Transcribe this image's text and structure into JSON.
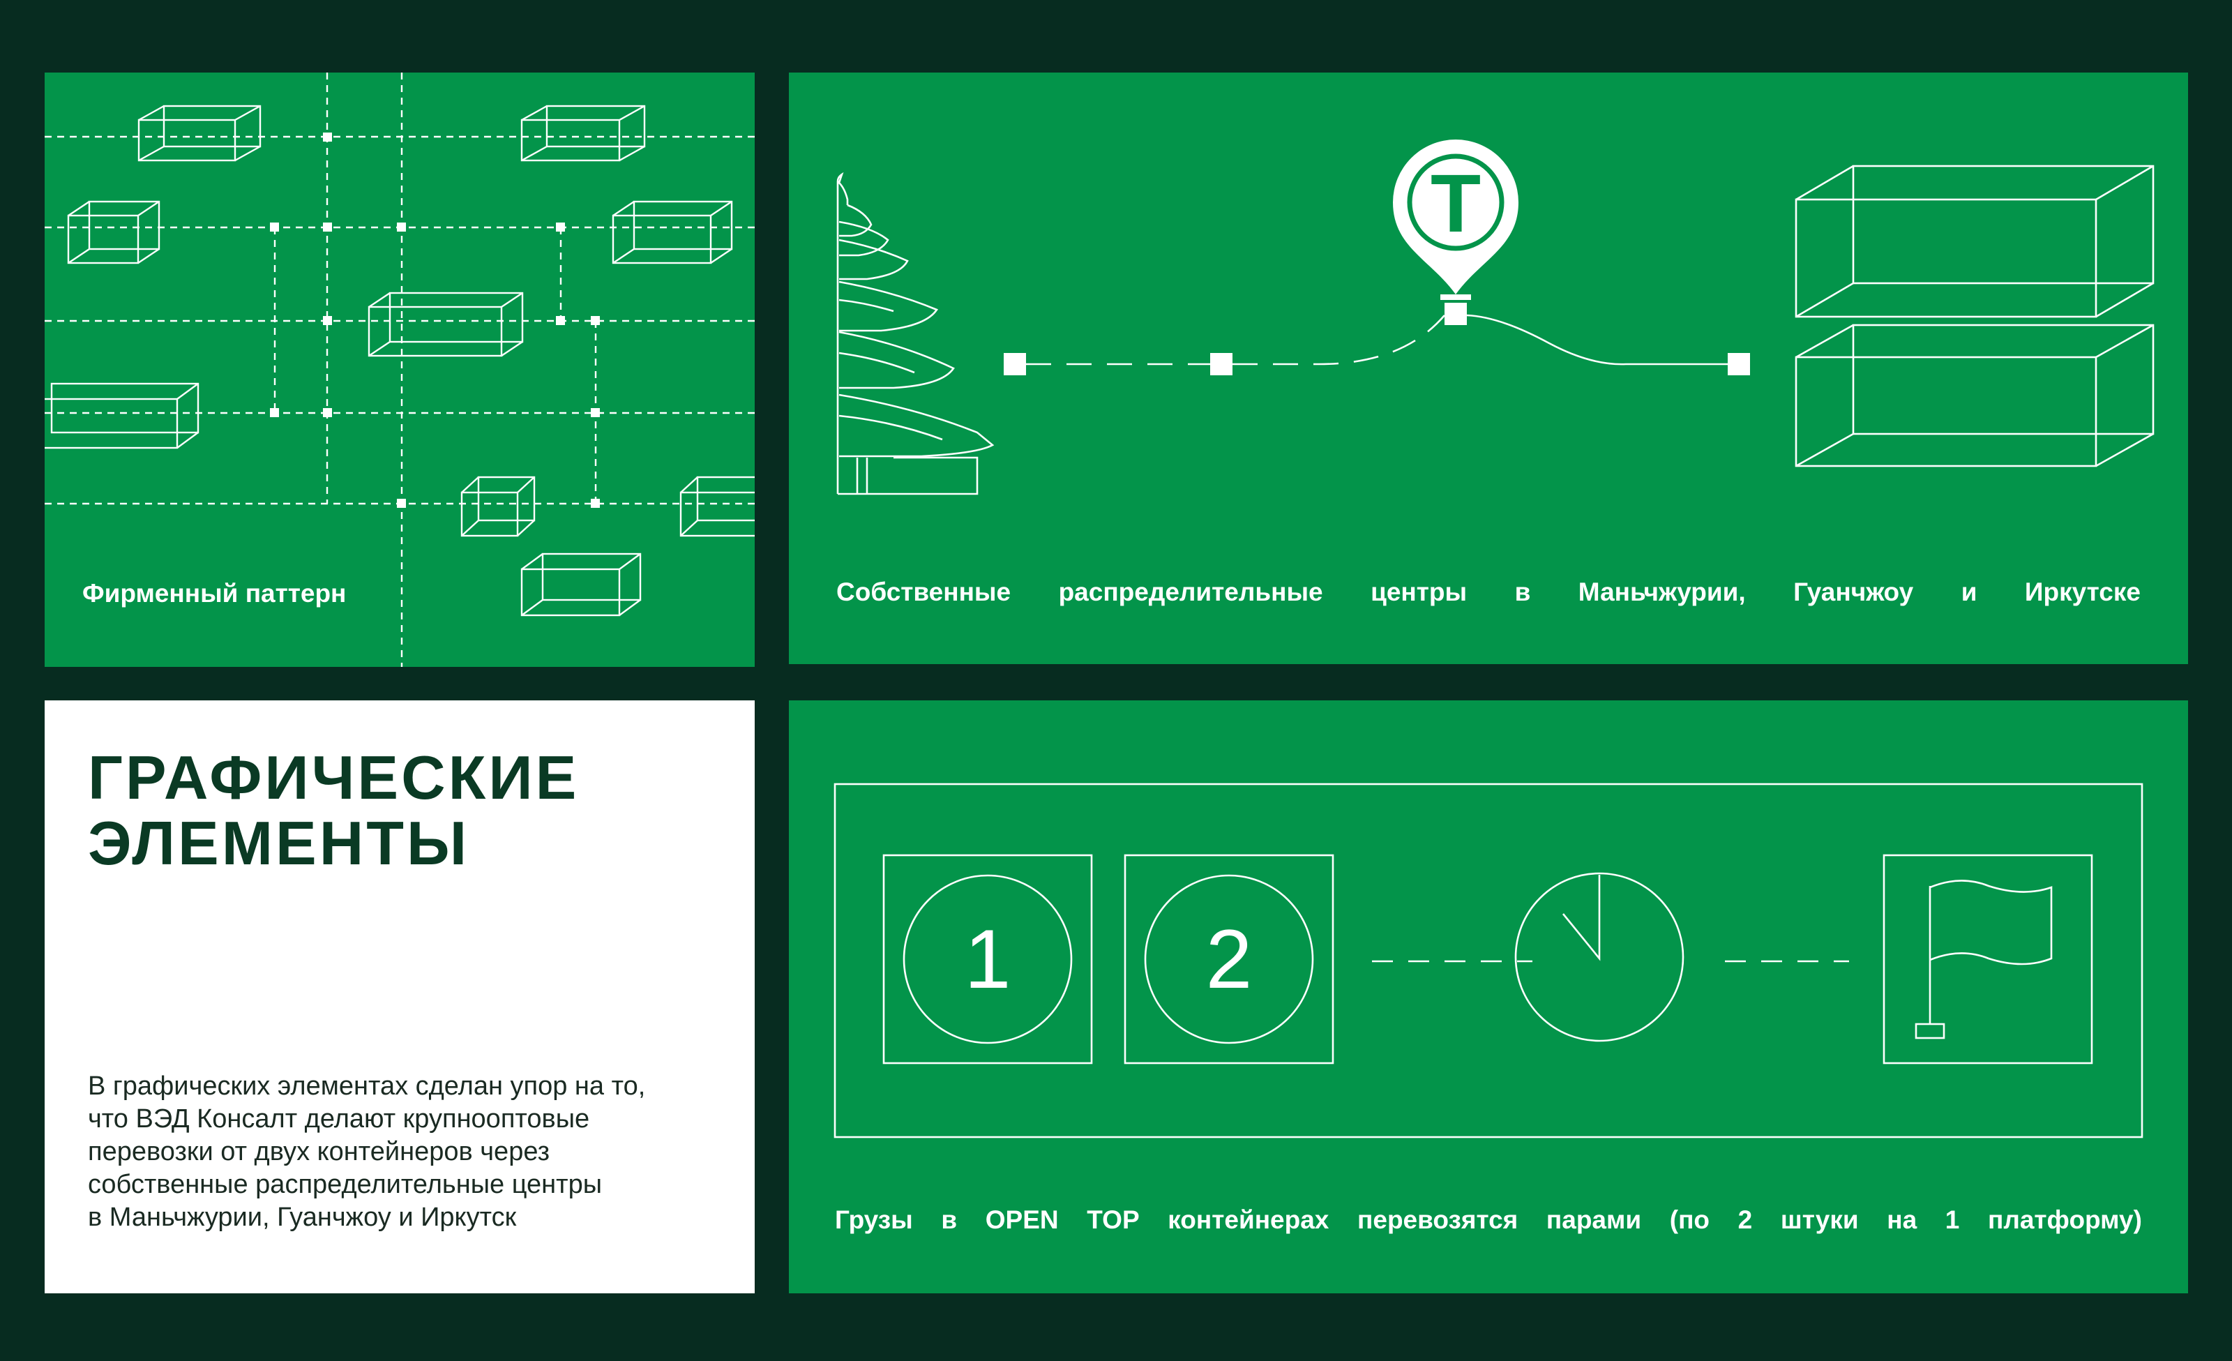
{
  "pattern": {
    "caption": "Фирменный паттерн"
  },
  "route": {
    "marker_letter": "Т",
    "caption_words": [
      "Собственные",
      "распределительные",
      "центры",
      "в",
      "Маньчжурии,",
      "Гуанчжоу",
      "и",
      "Иркутске"
    ]
  },
  "intro": {
    "title_lines": [
      "ГРАФИЧЕСКИЕ",
      "ЭЛЕМЕНТЫ"
    ],
    "body_lines": [
      "В графических элементах сделан упор на то,",
      "что ВЭД Консалт делают крупнооптовые",
      "перевозки от двух контейнеров через",
      "собственные распределительные центры",
      "в Маньчжурии, Гуанчжоу и Иркутск"
    ]
  },
  "cargo": {
    "step_numbers": [
      "1",
      "2"
    ],
    "caption_words": [
      "Грузы",
      "в",
      "OPEN",
      "TOP",
      "контейнерах",
      "перевозятся",
      "парами",
      "(по",
      "2",
      "штуки",
      "на",
      "1",
      "платформу)"
    ]
  },
  "colors": {
    "page_background": "#072c20",
    "brand_green": "#03944a",
    "title_dark_green": "#0a3a24",
    "line_white": "#ffffff"
  }
}
